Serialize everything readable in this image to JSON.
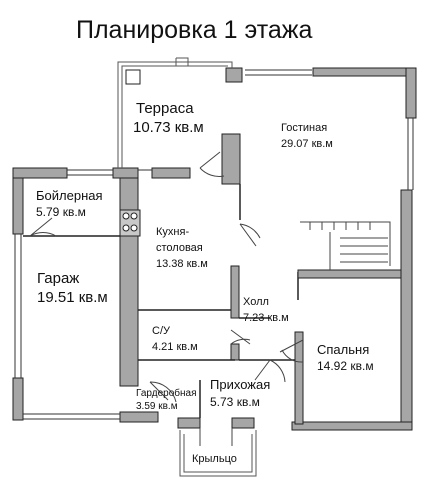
{
  "title": "Планировка 1 этажа",
  "colors": {
    "wall": "#a6a6a6",
    "wall_outline": "#222222",
    "line": "#333333",
    "background": "#ffffff"
  },
  "rooms": {
    "terrace": {
      "name": "Терраса",
      "area": "10.73 кв.м"
    },
    "living": {
      "name": "Гостиная",
      "area": "29.07 кв.м"
    },
    "boiler": {
      "name": "Бойлерная",
      "area": "5.79 кв.м"
    },
    "kitchen": {
      "name_line1": "Кухня-",
      "name_line2": "столовая",
      "area": "13.38 кв.м"
    },
    "garage": {
      "name": "Гараж",
      "area": "19.51 кв.м"
    },
    "hall": {
      "name": "Холл",
      "area": "7.23 кв.м"
    },
    "wc": {
      "name": "С/У",
      "area": "4.21 кв.м"
    },
    "bedroom": {
      "name": "Спальня",
      "area": "14.92 кв.м"
    },
    "wardrobe": {
      "name": "Гардеробная",
      "area": "3.59 кв.м"
    },
    "hallway": {
      "name": "Прихожая",
      "area": "5.73 кв.м"
    },
    "porch": {
      "name": "Крыльцо"
    }
  }
}
